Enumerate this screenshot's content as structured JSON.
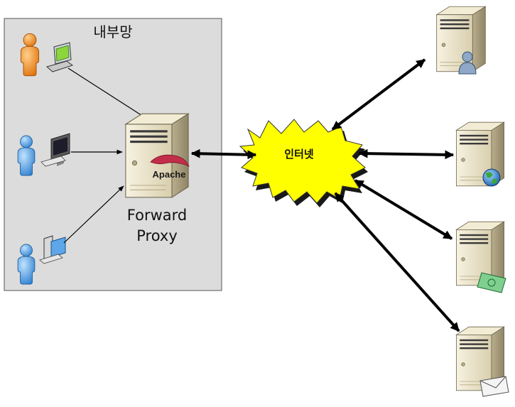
{
  "internal_network": {
    "label": "내부망"
  },
  "proxy": {
    "brand": "Apache",
    "label_line1": "Forward",
    "label_line2": "Proxy"
  },
  "internet": {
    "label": "인터넷"
  },
  "clients": [
    {
      "icon": "laptop-icon",
      "person": "orange-person-icon"
    },
    {
      "icon": "desktop-monitor-icon",
      "person": "blue-person-icon"
    },
    {
      "icon": "desktop-pc-icon",
      "person": "blue-person-icon"
    }
  ],
  "servers": [
    {
      "icon": "user-server-icon",
      "badge": "user-badge-icon"
    },
    {
      "icon": "web-server-icon",
      "badge": "globe-badge-icon"
    },
    {
      "icon": "payment-server-icon",
      "badge": "money-badge-icon"
    },
    {
      "icon": "mail-server-icon",
      "badge": "envelope-badge-icon"
    }
  ],
  "colors": {
    "panel_fill": "#dcdcdc",
    "burst_fill": "#ffff00",
    "server_beige": "#efe7cc",
    "person_orange": "#f08a1c",
    "person_blue": "#3a8fd9"
  }
}
